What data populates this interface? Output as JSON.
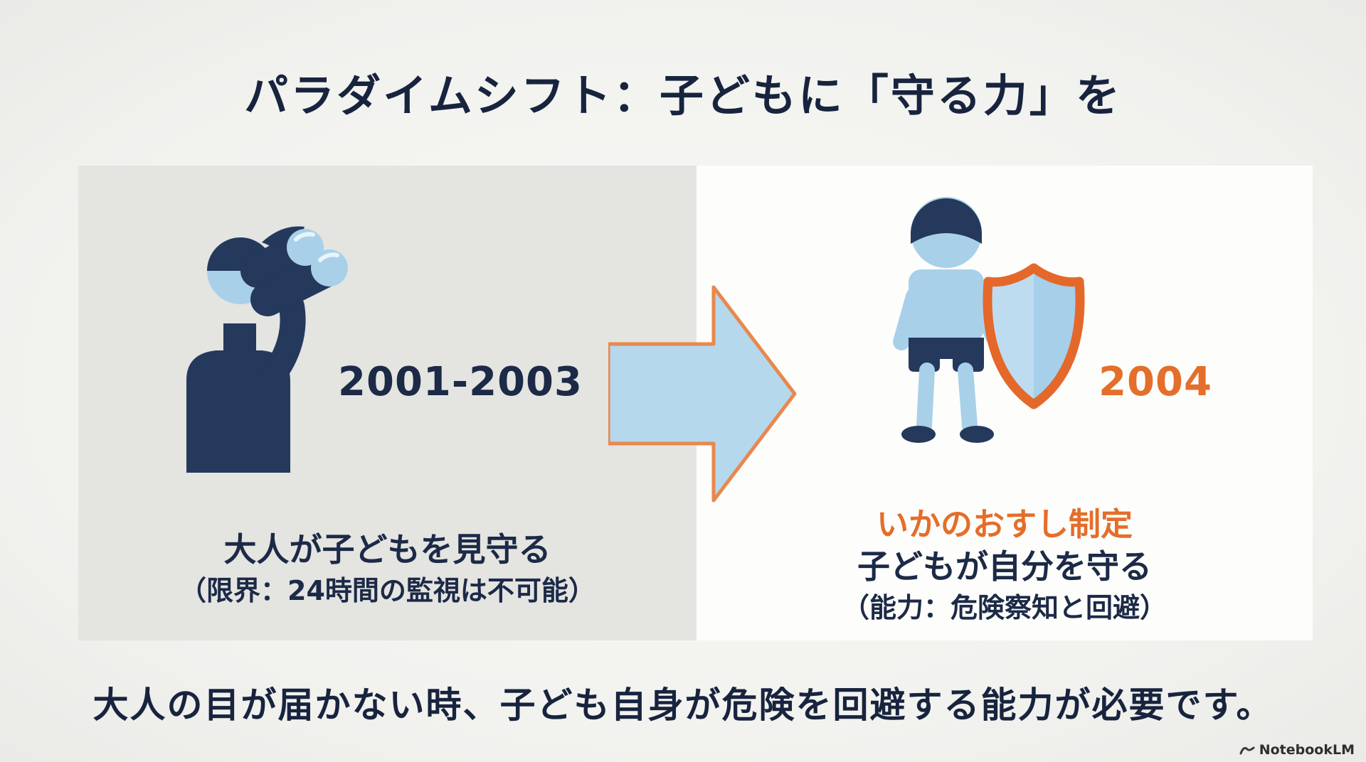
{
  "page": {
    "title": "パラダイムシフト：子どもに「守る力」を",
    "bottom_message": "大人の目が届かない時、子ども自身が危険を回避する能力が必要です。",
    "brand": "NotebookLM"
  },
  "left_panel": {
    "period": "2001-2003",
    "caption_line1": "大人が子どもを見守る",
    "caption_line2": "（限界：24時間の監視は不可能）",
    "icon": "adult-with-binoculars-icon",
    "panel_color": "#e4e4e1"
  },
  "arrow": {
    "icon": "right-arrow-icon",
    "fill": "#b5d8ec",
    "outline": "#e8884e"
  },
  "right_panel": {
    "period": "2004",
    "highlight": "いかのおすし制定",
    "caption_line1": "子どもが自分を守る",
    "caption_line2": "（能力：危険察知と回避）",
    "icon": "child-with-shield-icon",
    "panel_color": "#fdfdfb"
  },
  "colors": {
    "navy_text": "#18243e",
    "icon_navy": "#24395c",
    "light_blue": "#a9d0e9",
    "orange": "#e46e2a",
    "shield_border": "#e4682a"
  }
}
